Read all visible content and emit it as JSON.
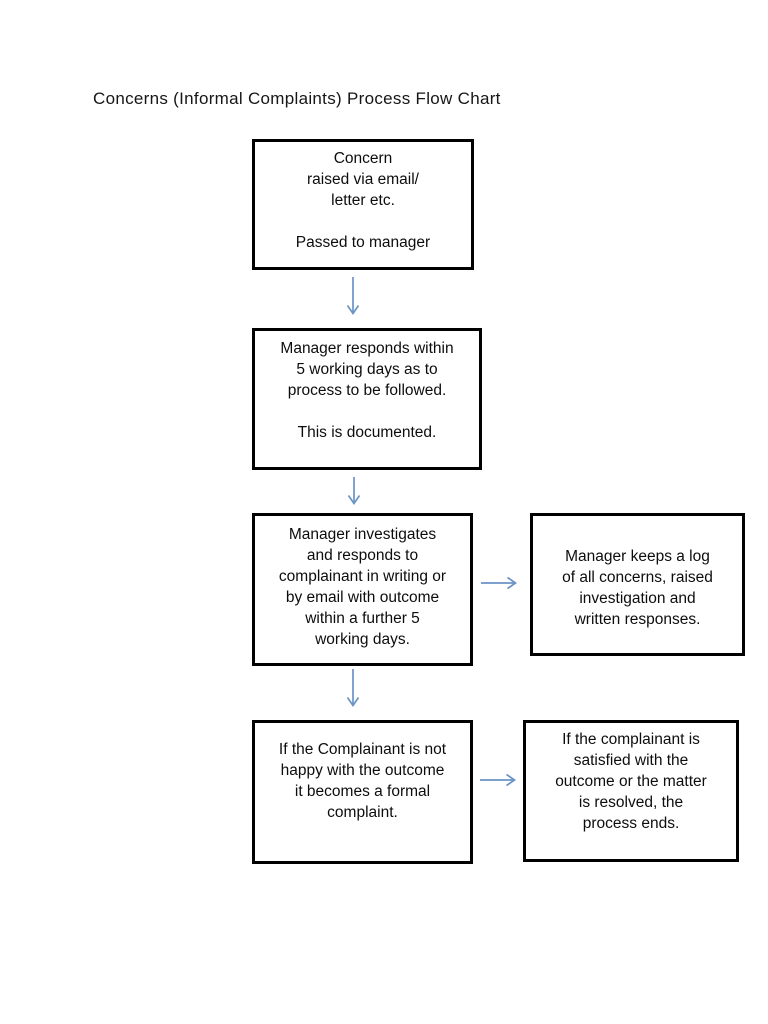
{
  "page": {
    "title": "Concerns (Informal Complaints) Process Flow Chart"
  },
  "colors": {
    "background": "#ffffff",
    "box_border": "#000000",
    "text": "#0d0d0d",
    "arrow": "#6b93c6"
  },
  "flowchart": {
    "boxes": [
      {
        "id": "concern-raised",
        "lines": [
          "Concern",
          "raised via email/",
          "letter etc.",
          "",
          "Passed to manager"
        ]
      },
      {
        "id": "manager-responds",
        "lines": [
          "Manager responds within",
          "5 working days as to",
          "process to be followed.",
          "",
          "This is documented."
        ]
      },
      {
        "id": "manager-investigates",
        "lines": [
          "Manager investigates",
          "and responds to",
          "complainant in writing or",
          "by email with outcome",
          "within a further 5",
          "working days."
        ]
      },
      {
        "id": "manager-log",
        "lines": [
          "Manager keeps a log",
          "of all concerns, raised",
          "investigation and",
          "written responses."
        ]
      },
      {
        "id": "formal-complaint",
        "lines": [
          "If the Complainant is not",
          "happy with the outcome",
          "it becomes a formal",
          "complaint."
        ]
      },
      {
        "id": "process-ends",
        "lines": [
          "If the complainant is",
          "satisfied with the",
          "outcome or the matter",
          "is resolved, the",
          "process ends."
        ]
      }
    ],
    "connectors": [
      {
        "from": "concern-raised",
        "to": "manager-responds",
        "direction": "down"
      },
      {
        "from": "manager-responds",
        "to": "manager-investigates",
        "direction": "down"
      },
      {
        "from": "manager-investigates",
        "to": "formal-complaint",
        "direction": "down"
      },
      {
        "from": "manager-investigates",
        "to": "manager-log",
        "direction": "right"
      },
      {
        "from": "formal-complaint",
        "to": "process-ends",
        "direction": "right"
      }
    ]
  }
}
